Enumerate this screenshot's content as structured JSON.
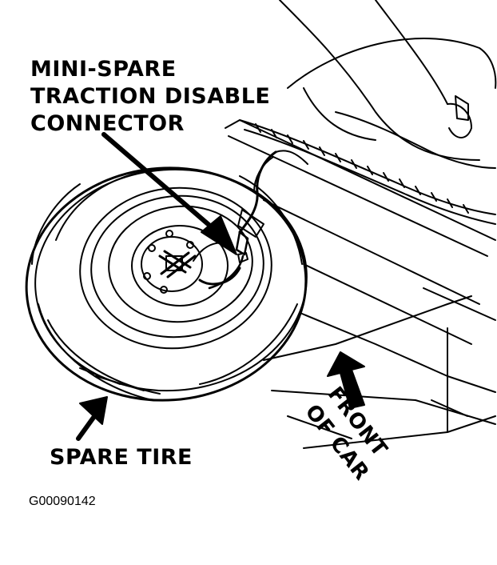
{
  "callout": {
    "lines": [
      "MINI-SPARE",
      "TRACTION DISABLE",
      "CONNECTOR"
    ]
  },
  "spare_tire_label": "SPARE TIRE",
  "front_label": {
    "line1": "FRONT",
    "line2": "OF CAR"
  },
  "figure_id": "G00090142",
  "colors": {
    "ink": "#000000",
    "paper": "#ffffff"
  }
}
